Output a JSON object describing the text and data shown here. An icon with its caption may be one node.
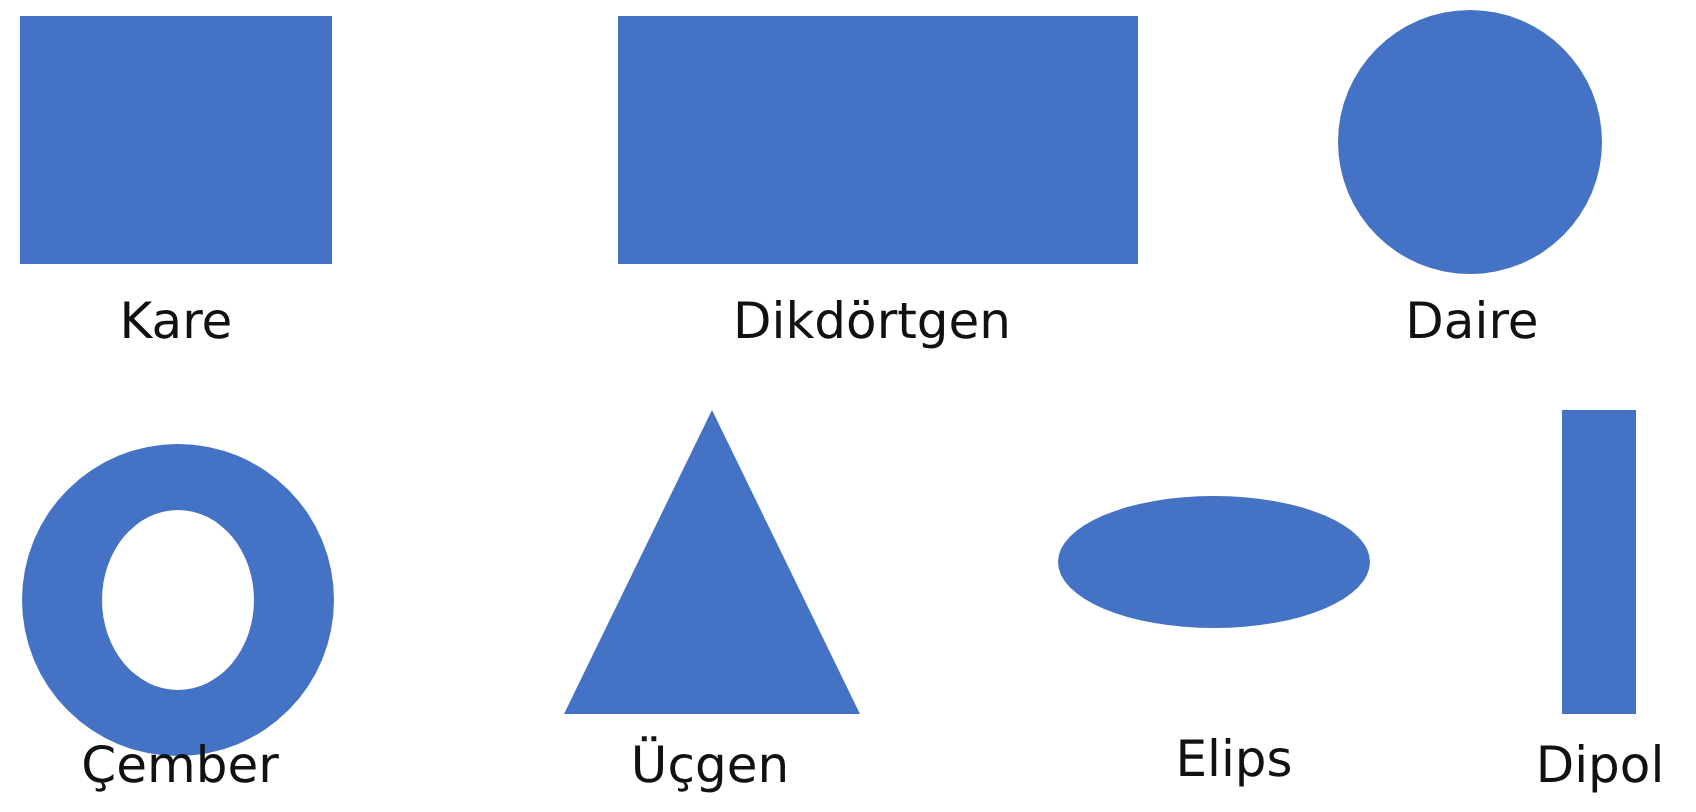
{
  "diagram": {
    "nodes": [
      {
        "text": [
          "Kare"
        ]
      },
      {
        "text": [
          "Dikdörtgen"
        ]
      },
      {
        "text": [
          "Daire"
        ]
      },
      {
        "text": [
          "Çember"
        ]
      },
      {
        "text": [
          "Üçgen"
        ]
      },
      {
        "text": [
          "Elips"
        ]
      },
      {
        "text": [
          "Dipol"
        ]
      }
    ]
  }
}
